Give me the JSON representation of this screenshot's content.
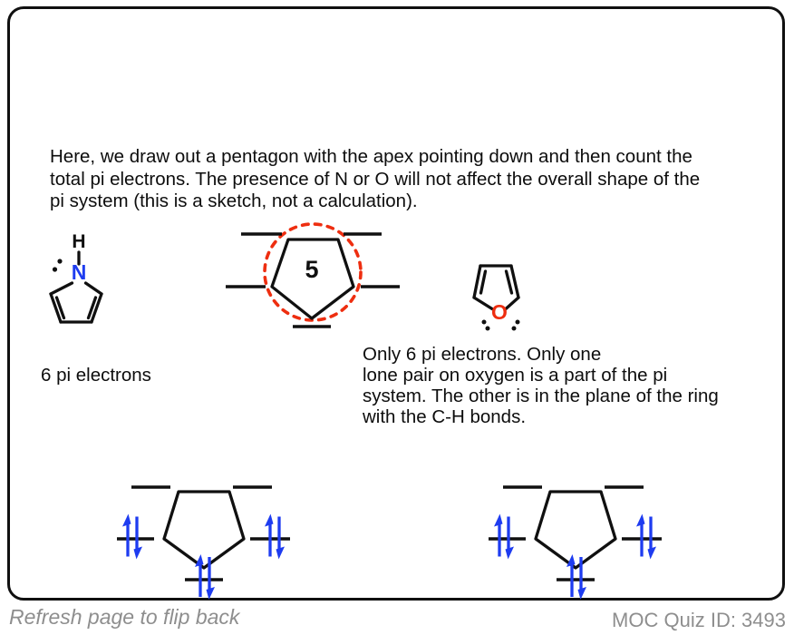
{
  "card": {
    "intro_lines": [
      "Here, we draw out a pentagon with the apex pointing down and then count the",
      "total pi electrons. The presence of N or O will not affect the overall shape of the",
      "pi system (this is a sketch, not a calculation)."
    ],
    "pyrrole": {
      "hydrogen": "H",
      "atom": "N",
      "caption": "6 pi electrons"
    },
    "count_diagram": {
      "count": "5"
    },
    "furan": {
      "atom": "O"
    },
    "furan_note_lines": [
      "Only 6 pi electrons. Only one",
      "lone pair on oxygen is a part of the pi",
      "system. The other is in the plane of the ring",
      "with the C-H bonds."
    ]
  },
  "footer": {
    "flip_hint": "Refresh page to flip back",
    "quiz_id": "MOC Quiz ID: 3493"
  },
  "colors": {
    "ink": "#101010",
    "blue": "#1e3cf0",
    "red": "#ee2e10",
    "gray": "#8e8e8e"
  }
}
